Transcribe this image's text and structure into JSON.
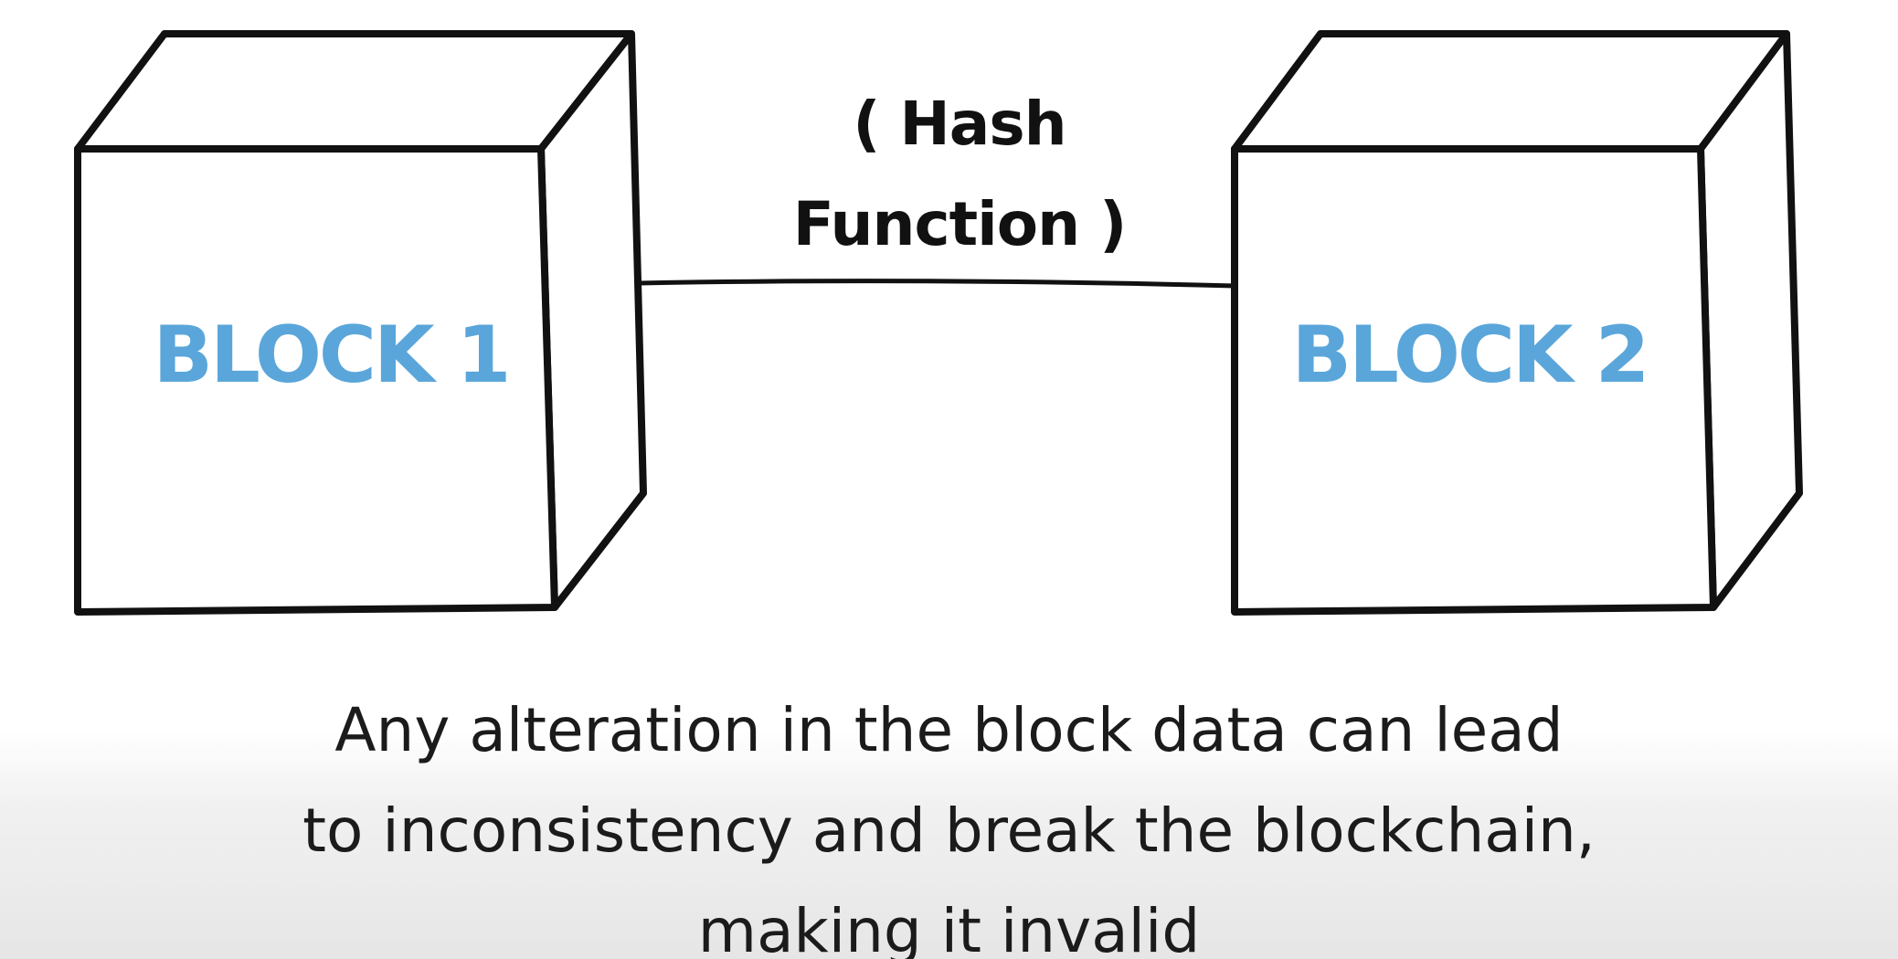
{
  "blocks": [
    {
      "label": "BLOCK 1"
    },
    {
      "label": "BLOCK 2"
    }
  ],
  "connector": {
    "line1": "( Hash",
    "line2": "Function )"
  },
  "caption": {
    "lines": [
      "Any alteration in the block data can lead",
      "to inconsistency and break the blockchain,",
      "making it invalid"
    ]
  },
  "colors": {
    "block_label": "#5aa6da",
    "outline": "#111111",
    "text": "#1b1b1b"
  }
}
